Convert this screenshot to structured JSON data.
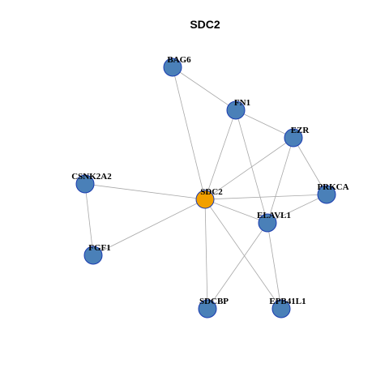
{
  "title": "SDC2",
  "colors": {
    "hub_node": "#f2a000",
    "node": "#4a80b8",
    "node_border": "#1a3bb0",
    "edge": "#a8a8a8"
  },
  "nodes": [
    {
      "id": "BAG6",
      "label": "BAG6",
      "hub": false
    },
    {
      "id": "FN1",
      "label": "FN1",
      "hub": false
    },
    {
      "id": "EZR",
      "label": "EZR",
      "hub": false
    },
    {
      "id": "CSNK2A2",
      "label": "CSNK2A2",
      "hub": false
    },
    {
      "id": "SDC2",
      "label": "SDC2",
      "hub": true
    },
    {
      "id": "PRKCA",
      "label": "PRKCA",
      "hub": false
    },
    {
      "id": "ELAVL1",
      "label": "ELAVL1",
      "hub": false
    },
    {
      "id": "FGF1",
      "label": "FGF1",
      "hub": false
    },
    {
      "id": "SDCBP",
      "label": "SDCBP",
      "hub": false
    },
    {
      "id": "EPB41L1",
      "label": "EPB41L1",
      "hub": false
    }
  ],
  "edges": [
    [
      "BAG6",
      "FN1"
    ],
    [
      "BAG6",
      "SDC2"
    ],
    [
      "FN1",
      "EZR"
    ],
    [
      "FN1",
      "SDC2"
    ],
    [
      "FN1",
      "ELAVL1"
    ],
    [
      "EZR",
      "SDC2"
    ],
    [
      "EZR",
      "PRKCA"
    ],
    [
      "EZR",
      "ELAVL1"
    ],
    [
      "CSNK2A2",
      "SDC2"
    ],
    [
      "CSNK2A2",
      "FGF1"
    ],
    [
      "SDC2",
      "PRKCA"
    ],
    [
      "SDC2",
      "ELAVL1"
    ],
    [
      "SDC2",
      "FGF1"
    ],
    [
      "SDC2",
      "SDCBP"
    ],
    [
      "SDC2",
      "EPB41L1"
    ],
    [
      "PRKCA",
      "ELAVL1"
    ],
    [
      "ELAVL1",
      "SDCBP"
    ],
    [
      "ELAVL1",
      "EPB41L1"
    ]
  ]
}
